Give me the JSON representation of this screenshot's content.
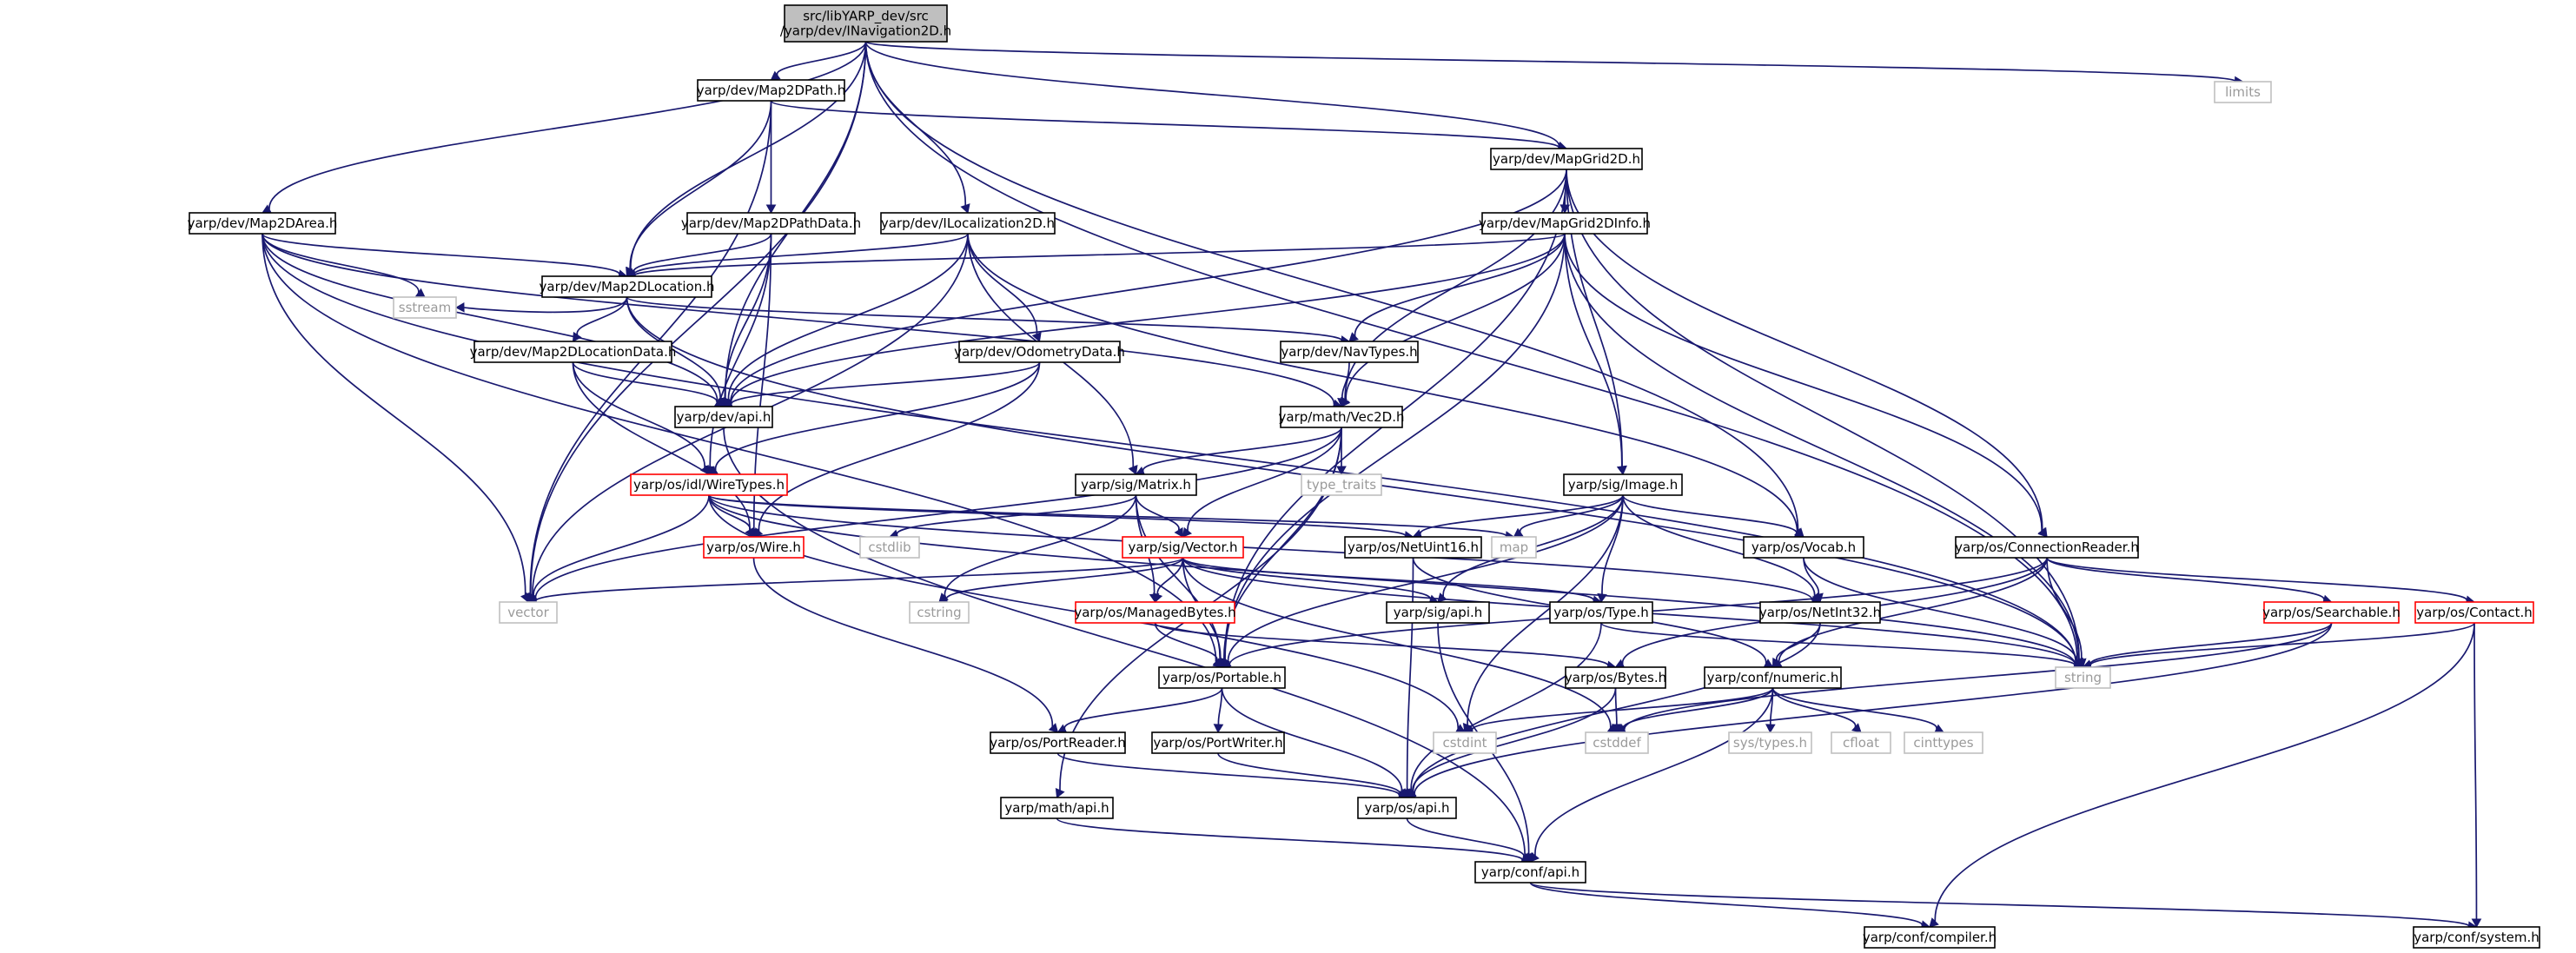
{
  "colors": {
    "edge": "#191970",
    "root_fill": "#bfbfbf",
    "red_border": "#ff0000",
    "external_border": "#bfbfbf",
    "external_text": "#9a9a9a"
  },
  "nodes": [
    {
      "id": "root",
      "lines": [
        "src/libYARP_dev/src",
        "/yarp/dev/INavigation2D.h"
      ],
      "style": "root"
    },
    {
      "id": "map2dpath",
      "lines": [
        "yarp/dev/Map2DPath.h"
      ],
      "style": "normal"
    },
    {
      "id": "limits",
      "lines": [
        "limits"
      ],
      "style": "external"
    },
    {
      "id": "mapgrid2d",
      "lines": [
        "yarp/dev/MapGrid2D.h"
      ],
      "style": "normal"
    },
    {
      "id": "map2darea",
      "lines": [
        "yarp/dev/Map2DArea.h"
      ],
      "style": "normal"
    },
    {
      "id": "map2dpathdata",
      "lines": [
        "yarp/dev/Map2DPathData.h"
      ],
      "style": "normal"
    },
    {
      "id": "ilocalization2d",
      "lines": [
        "yarp/dev/ILocalization2D.h"
      ],
      "style": "normal"
    },
    {
      "id": "mapgrid2dinfo",
      "lines": [
        "yarp/dev/MapGrid2DInfo.h"
      ],
      "style": "normal"
    },
    {
      "id": "map2dlocation",
      "lines": [
        "yarp/dev/Map2DLocation.h"
      ],
      "style": "normal"
    },
    {
      "id": "sstream",
      "lines": [
        "sstream"
      ],
      "style": "external"
    },
    {
      "id": "map2dlocationdata",
      "lines": [
        "yarp/dev/Map2DLocationData.h"
      ],
      "style": "normal"
    },
    {
      "id": "odometrydata",
      "lines": [
        "yarp/dev/OdometryData.h"
      ],
      "style": "normal"
    },
    {
      "id": "navtypes",
      "lines": [
        "yarp/dev/NavTypes.h"
      ],
      "style": "normal"
    },
    {
      "id": "devapi",
      "lines": [
        "yarp/dev/api.h"
      ],
      "style": "normal"
    },
    {
      "id": "vec2d",
      "lines": [
        "yarp/math/Vec2D.h"
      ],
      "style": "normal"
    },
    {
      "id": "typetraits",
      "lines": [
        "type_traits"
      ],
      "style": "external"
    },
    {
      "id": "wiretypes",
      "lines": [
        "yarp/os/idl/WireTypes.h"
      ],
      "style": "red"
    },
    {
      "id": "matrix",
      "lines": [
        "yarp/sig/Matrix.h"
      ],
      "style": "normal"
    },
    {
      "id": "image",
      "lines": [
        "yarp/sig/Image.h"
      ],
      "style": "normal"
    },
    {
      "id": "map",
      "lines": [
        "map"
      ],
      "style": "external"
    },
    {
      "id": "cstdlib",
      "lines": [
        "cstdlib"
      ],
      "style": "external"
    },
    {
      "id": "wire",
      "lines": [
        "yarp/os/Wire.h"
      ],
      "style": "red"
    },
    {
      "id": "netuint16",
      "lines": [
        "yarp/os/NetUint16.h"
      ],
      "style": "normal"
    },
    {
      "id": "vector_h",
      "lines": [
        "yarp/sig/Vector.h"
      ],
      "style": "red"
    },
    {
      "id": "vocab",
      "lines": [
        "yarp/os/Vocab.h"
      ],
      "style": "normal"
    },
    {
      "id": "connectionreader",
      "lines": [
        "yarp/os/ConnectionReader.h"
      ],
      "style": "normal"
    },
    {
      "id": "vector_std",
      "lines": [
        "vector"
      ],
      "style": "external"
    },
    {
      "id": "cstring",
      "lines": [
        "cstring"
      ],
      "style": "external"
    },
    {
      "id": "managedbytes",
      "lines": [
        "yarp/os/ManagedBytes.h"
      ],
      "style": "red"
    },
    {
      "id": "sigapi",
      "lines": [
        "yarp/sig/api.h"
      ],
      "style": "normal"
    },
    {
      "id": "type",
      "lines": [
        "yarp/os/Type.h"
      ],
      "style": "normal"
    },
    {
      "id": "netint32",
      "lines": [
        "yarp/os/NetInt32.h"
      ],
      "style": "normal"
    },
    {
      "id": "searchable",
      "lines": [
        "yarp/os/Searchable.h"
      ],
      "style": "red"
    },
    {
      "id": "contact",
      "lines": [
        "yarp/os/Contact.h"
      ],
      "style": "red"
    },
    {
      "id": "string",
      "lines": [
        "string"
      ],
      "style": "external"
    },
    {
      "id": "portable",
      "lines": [
        "yarp/os/Portable.h"
      ],
      "style": "normal"
    },
    {
      "id": "bytes",
      "lines": [
        "yarp/os/Bytes.h"
      ],
      "style": "normal"
    },
    {
      "id": "numeric",
      "lines": [
        "yarp/conf/numeric.h"
      ],
      "style": "normal"
    },
    {
      "id": "cstdint",
      "lines": [
        "cstdint"
      ],
      "style": "external"
    },
    {
      "id": "cstddef",
      "lines": [
        "cstddef"
      ],
      "style": "external"
    },
    {
      "id": "systypes",
      "lines": [
        "sys/types.h"
      ],
      "style": "external"
    },
    {
      "id": "cfloat",
      "lines": [
        "cfloat"
      ],
      "style": "external"
    },
    {
      "id": "cinttypes",
      "lines": [
        "cinttypes"
      ],
      "style": "external"
    },
    {
      "id": "portreader",
      "lines": [
        "yarp/os/PortReader.h"
      ],
      "style": "normal"
    },
    {
      "id": "portwriter",
      "lines": [
        "yarp/os/PortWriter.h"
      ],
      "style": "normal"
    },
    {
      "id": "mathapi",
      "lines": [
        "yarp/math/api.h"
      ],
      "style": "normal"
    },
    {
      "id": "osapi",
      "lines": [
        "yarp/os/api.h"
      ],
      "style": "normal"
    },
    {
      "id": "confapi",
      "lines": [
        "yarp/conf/api.h"
      ],
      "style": "normal"
    },
    {
      "id": "compiler",
      "lines": [
        "yarp/conf/compiler.h"
      ],
      "style": "normal"
    },
    {
      "id": "system",
      "lines": [
        "yarp/conf/system.h"
      ],
      "style": "normal"
    }
  ],
  "edges": [
    [
      "root",
      "map2dpath"
    ],
    [
      "root",
      "limits"
    ],
    [
      "root",
      "mapgrid2d"
    ],
    [
      "root",
      "map2darea"
    ],
    [
      "root",
      "ilocalization2d"
    ],
    [
      "root",
      "map2dlocation"
    ],
    [
      "root",
      "devapi"
    ],
    [
      "root",
      "vector_std"
    ],
    [
      "root",
      "vocab"
    ],
    [
      "root",
      "string"
    ],
    [
      "map2dpath",
      "mapgrid2d"
    ],
    [
      "map2dpath",
      "map2dpathdata"
    ],
    [
      "map2dpath",
      "map2dlocation"
    ],
    [
      "map2dpath",
      "vector_std"
    ],
    [
      "mapgrid2d",
      "mapgrid2dinfo"
    ],
    [
      "mapgrid2d",
      "vec2d"
    ],
    [
      "mapgrid2d",
      "image"
    ],
    [
      "mapgrid2d",
      "connectionreader"
    ],
    [
      "mapgrid2d",
      "devapi"
    ],
    [
      "mapgrid2d",
      "portable"
    ],
    [
      "mapgrid2d",
      "string"
    ],
    [
      "map2darea",
      "map2dlocation"
    ],
    [
      "map2darea",
      "sstream"
    ],
    [
      "map2darea",
      "devapi"
    ],
    [
      "map2darea",
      "vec2d"
    ],
    [
      "map2darea",
      "vector_std"
    ],
    [
      "map2darea",
      "portable"
    ],
    [
      "map2darea",
      "string"
    ],
    [
      "map2dpathdata",
      "map2dlocation"
    ],
    [
      "map2dpathdata",
      "devapi"
    ],
    [
      "map2dpathdata",
      "wiretypes"
    ],
    [
      "map2dpathdata",
      "wire"
    ],
    [
      "ilocalization2d",
      "map2dlocation"
    ],
    [
      "ilocalization2d",
      "odometrydata"
    ],
    [
      "ilocalization2d",
      "devapi"
    ],
    [
      "ilocalization2d",
      "matrix"
    ],
    [
      "ilocalization2d",
      "vocab"
    ],
    [
      "ilocalization2d",
      "vector_std"
    ],
    [
      "mapgrid2dinfo",
      "map2dlocation"
    ],
    [
      "mapgrid2dinfo",
      "navtypes"
    ],
    [
      "mapgrid2dinfo",
      "devapi"
    ],
    [
      "mapgrid2dinfo",
      "vec2d"
    ],
    [
      "mapgrid2dinfo",
      "image"
    ],
    [
      "mapgrid2dinfo",
      "connectionreader"
    ],
    [
      "mapgrid2dinfo",
      "portable"
    ],
    [
      "mapgrid2dinfo",
      "string"
    ],
    [
      "map2dlocation",
      "sstream"
    ],
    [
      "map2dlocation",
      "map2dlocationdata"
    ],
    [
      "map2dlocation",
      "navtypes"
    ],
    [
      "map2dlocation",
      "devapi"
    ],
    [
      "map2dlocation",
      "string"
    ],
    [
      "map2dlocationdata",
      "devapi"
    ],
    [
      "map2dlocationdata",
      "wiretypes"
    ],
    [
      "map2dlocationdata",
      "wire"
    ],
    [
      "odometrydata",
      "devapi"
    ],
    [
      "odometrydata",
      "wiretypes"
    ],
    [
      "odometrydata",
      "wire"
    ],
    [
      "navtypes",
      "vec2d"
    ],
    [
      "devapi",
      "confapi"
    ],
    [
      "vec2d",
      "typetraits"
    ],
    [
      "vec2d",
      "matrix"
    ],
    [
      "vec2d",
      "vector_h"
    ],
    [
      "vec2d",
      "portable"
    ],
    [
      "vec2d",
      "mathapi"
    ],
    [
      "vec2d",
      "vector_std"
    ],
    [
      "wiretypes",
      "wire"
    ],
    [
      "wiretypes",
      "map"
    ],
    [
      "wiretypes",
      "vector_std"
    ],
    [
      "wiretypes",
      "netuint16"
    ],
    [
      "wiretypes",
      "netint32"
    ],
    [
      "wiretypes",
      "string"
    ],
    [
      "wiretypes",
      "cstdint"
    ],
    [
      "matrix",
      "cstdlib"
    ],
    [
      "matrix",
      "vector_h"
    ],
    [
      "matrix",
      "cstring"
    ],
    [
      "matrix",
      "managedbytes"
    ],
    [
      "matrix",
      "portable"
    ],
    [
      "image",
      "map"
    ],
    [
      "image",
      "netuint16"
    ],
    [
      "image",
      "vocab"
    ],
    [
      "image",
      "sigapi"
    ],
    [
      "image",
      "type"
    ],
    [
      "image",
      "netint32"
    ],
    [
      "image",
      "portable"
    ],
    [
      "image",
      "cstdint"
    ],
    [
      "wire",
      "portreader"
    ],
    [
      "netuint16",
      "osapi"
    ],
    [
      "netuint16",
      "numeric"
    ],
    [
      "vector_h",
      "vector_std"
    ],
    [
      "vector_h",
      "cstring"
    ],
    [
      "vector_h",
      "managedbytes"
    ],
    [
      "vector_h",
      "sigapi"
    ],
    [
      "vector_h",
      "type"
    ],
    [
      "vector_h",
      "portable"
    ],
    [
      "vector_h",
      "string"
    ],
    [
      "vector_h",
      "cstddef"
    ],
    [
      "vocab",
      "netint32"
    ],
    [
      "vocab",
      "string"
    ],
    [
      "connectionreader",
      "numeric"
    ],
    [
      "connectionreader",
      "searchable"
    ],
    [
      "connectionreader",
      "contact"
    ],
    [
      "connectionreader",
      "bytes"
    ],
    [
      "connectionreader",
      "portable"
    ],
    [
      "connectionreader",
      "string"
    ],
    [
      "managedbytes",
      "portable"
    ],
    [
      "managedbytes",
      "bytes"
    ],
    [
      "sigapi",
      "confapi"
    ],
    [
      "type",
      "string"
    ],
    [
      "type",
      "osapi"
    ],
    [
      "netint32",
      "numeric"
    ],
    [
      "netint32",
      "osapi"
    ],
    [
      "searchable",
      "string"
    ],
    [
      "searchable",
      "osapi"
    ],
    [
      "searchable",
      "cstddef"
    ],
    [
      "contact",
      "string"
    ],
    [
      "contact",
      "system"
    ],
    [
      "contact",
      "compiler"
    ],
    [
      "portable",
      "portreader"
    ],
    [
      "portable",
      "portwriter"
    ],
    [
      "portable",
      "osapi"
    ],
    [
      "bytes",
      "cstddef"
    ],
    [
      "bytes",
      "osapi"
    ],
    [
      "numeric",
      "cstdint"
    ],
    [
      "numeric",
      "cstddef"
    ],
    [
      "numeric",
      "systypes"
    ],
    [
      "numeric",
      "cfloat"
    ],
    [
      "numeric",
      "cinttypes"
    ],
    [
      "numeric",
      "confapi"
    ],
    [
      "portreader",
      "osapi"
    ],
    [
      "portwriter",
      "osapi"
    ],
    [
      "mathapi",
      "confapi"
    ],
    [
      "osapi",
      "confapi"
    ],
    [
      "confapi",
      "compiler"
    ],
    [
      "confapi",
      "system"
    ]
  ]
}
